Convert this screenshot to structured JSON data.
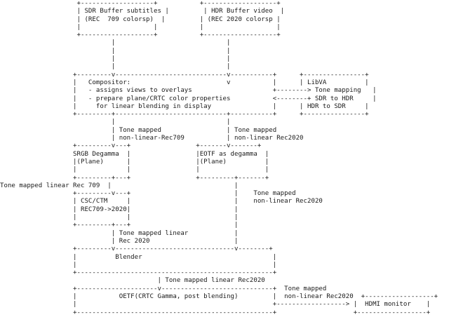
{
  "diagram": {
    "lines": [
      "                    +-------------------+           +-------------------+",
      "                    | SDR Buffer subtitles |         | HDR Buffer video  |",
      "                    | (REC  709 colorsp)  |         | (REC 2020 colorsp |",
      "                    |                   |           |                   |",
      "                    +-------------------+           +-------------------+",
      "                             |                             |",
      "                             |                             |",
      "                             |                             |",
      "                             |                             |",
      "                   +---------v-----------------------------v-----------+      +----------------+",
      "                   |   Compositor:                         v           |      | LibVA          |",
      "                   |   - assigns views to overlays                     +--------> Tone mapping   |",
      "                   |   - prepare plane/CRTC color properties           <--------+ SDR to HDR     |",
      "                   |     for linear blending in display                |      | HDR to SDR     |",
      "                   +---------+-----------------------------+-----------+      +----------------+",
      "                             |                             |",
      "                             | Tone mapped                 | Tone mapped",
      "                             | non-linear-Rec709           | non-linear Rec2020",
      "                   +---------v---+                 +-------v-------+",
      "                   SRGB Degamma  |                 |EOTF as degamma  |",
      "                   |(Plane)      |                 |(Plane)          |",
      "                   |             |                 |                 |",
      "                   +---------+---+                 +---------+-------+",
      "Tone mapped linear Rec 709  |                                |",
      "                   +---------v---+                           |    Tone mapped",
      "                   | CSC/CTM     |                           |    non-linear Rec2020",
      "                   | REC709->2020|                           |",
      "                   |             |                           |",
      "                   +---------+---+                           |",
      "                             | Tone mapped linear            |",
      "                             | Rec 2020                      |",
      "                   +---------v-------------------------------v--------+",
      "                   |          Blender                                  |",
      "                   |                                                   |",
      "                   +---------------------------------------------------+",
      "                                         | Tone mapped linear Rec2020",
      "                   +---------------------v-----------------------------+  Tone mapped",
      "                   |           OETF(CRTC Gamma, post blending)         |  non-linear Rec2020  +------------------+",
      "                   |                                                   +------------------> |  HDMI monitor    |",
      "                   +---------------------------------------------------+                    +------------------+"
    ]
  }
}
